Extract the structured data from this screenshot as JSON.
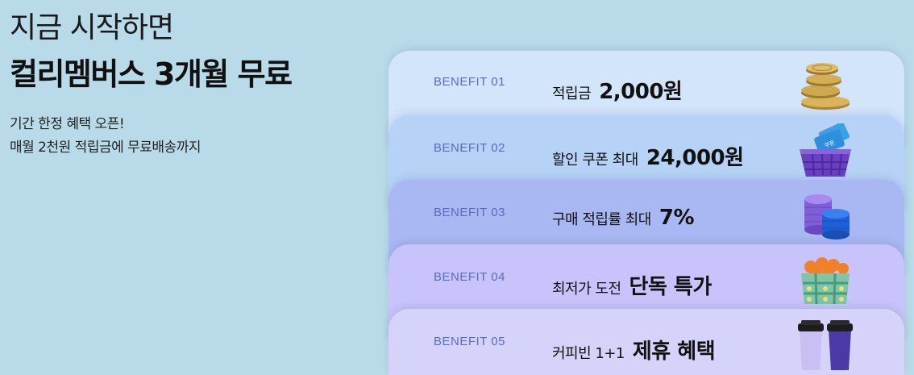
{
  "hero": {
    "line1": "지금 시작하면",
    "line2": "컬리멤버스 3개월 무료",
    "desc1": "기간 한정 혜택 오픈!",
    "desc2": "매월 2천원 적립금에 무료배송까지"
  },
  "benefits": [
    {
      "label": "BENEFIT 01",
      "text": "적립금",
      "highlight": "2,000원",
      "icon": "gold-coins-icon",
      "color": "#d3e5fb"
    },
    {
      "label": "BENEFIT 02",
      "text": "할인 쿠폰 최대",
      "highlight": "24,000원",
      "icon": "coupon-basket-icon",
      "color": "#b6d2f6"
    },
    {
      "label": "BENEFIT 03",
      "text": "구매 적립률 최대",
      "highlight": "7%",
      "icon": "coin-stacks-icon",
      "color": "#a9b7f2"
    },
    {
      "label": "BENEFIT 04",
      "text": "최저가 도전",
      "highlight": "단독 특가",
      "icon": "orange-crate-icon",
      "color": "#c8c3fa"
    },
    {
      "label": "BENEFIT 05",
      "text": "커피빈 1+1",
      "highlight": "제휴 혜택",
      "icon": "coffee-cups-icon",
      "color": "#d6d3fb"
    }
  ]
}
